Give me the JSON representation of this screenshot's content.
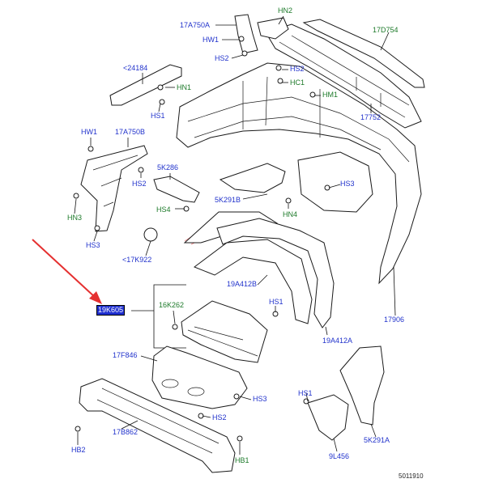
{
  "colors": {
    "blue_label": "#2233cc",
    "green_label": "#1d7a2a",
    "highlight_bg": "#1f2fd0",
    "arrow": "#e53030",
    "line": "#1a1a1a"
  },
  "labels": {
    "hn2": "HN2",
    "l17d754": "17D754",
    "l17a750a": "17A750A",
    "hw1_top": "HW1",
    "hs2_top": "HS2",
    "l24184": "<24184",
    "hn1": "HN1",
    "hs2_mid": "HS2",
    "hc1": "HC1",
    "hm1": "HM1",
    "hs1_left": "HS1",
    "l17752": "17752",
    "hw1_left": "HW1",
    "l17a750b": "17A750B",
    "l5k286": "5K286",
    "hs2_left": "HS2",
    "hs3_right": "HS3",
    "l5k291b": "5K291B",
    "hs4": "HS4",
    "hn4": "HN4",
    "hn3": "HN3",
    "hs3_left": "HS3",
    "l17k922": "<17K922",
    "l19a412b": "19A412B",
    "hs1_mid": "HS1",
    "l19k605": "19K605",
    "l16k262": "16K262",
    "l17906": "17906",
    "l19a412a": "19A412A",
    "l17f846": "17F846",
    "hs3_bottom": "HS3",
    "hs1_bottom": "HS1",
    "hs2_bottom": "HS2",
    "l17b862": "17B862",
    "l5k291a": "5K291A",
    "hb2": "HB2",
    "hb1": "HB1",
    "l9l456": "9L456",
    "ref_code": "5011910"
  }
}
